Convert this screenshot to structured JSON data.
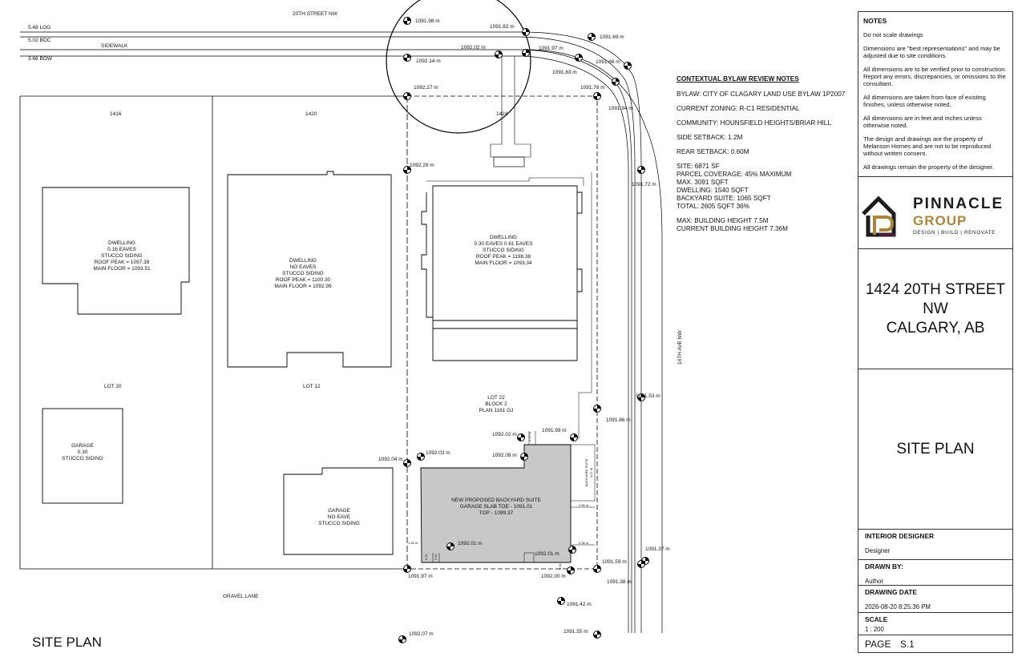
{
  "street_labels": {
    "street": "20TH STREET NW",
    "log": "5.48 LOG",
    "boc": "5.02 BOC",
    "sidewalk": "SIDEWALK",
    "bow": "3.66 BOW",
    "avenue": "14TH AVE NW",
    "lane": "GRAVEL LANE"
  },
  "lots": {
    "num_1416": "1416",
    "num_1420": "1420",
    "num_1424": "1424",
    "lot_20": "LOT 20",
    "lot_12": "LOT 12",
    "lot_22": [
      "LOT 22",
      "BLOCK 2",
      "PLAN 1161 GJ"
    ]
  },
  "buildings": {
    "dwelling_1416": [
      "DWELLING",
      "0.16 EAVES",
      "STUCCO SIDING",
      "ROOF PEAK = 1097.38",
      "MAIN FLOOR = 1093.51"
    ],
    "dwelling_1420": [
      "DWELLING",
      "NO EAVES",
      "STUCCO SIDING",
      "ROOF PEAK = 1100.30",
      "MAIN FLOOR = 1092.99"
    ],
    "dwelling_1424": [
      "DWELLING",
      "0.30 EAVES 0.61 EAVES",
      "STUCCO SIDING",
      "ROOF PEAK = 1198.38",
      "MAIN FLOOR = 1093.34"
    ],
    "garage_1416": [
      "GARAGE",
      "0.30",
      "STUCCO SIDING"
    ],
    "garage_1420": [
      "GARAGE",
      "NO EAVE",
      "STUCCO SIDING"
    ],
    "suite": [
      "NEW PROPOSED BACKYARD SUITE",
      "GARAGE SLAB TOE - 1091.01",
      "TOP - 1099.37"
    ]
  },
  "elevations": {
    "e1": "1091.98 m",
    "e2": "1091.82 m",
    "e3": "1091.69 m",
    "e4": "1092.02 m",
    "e5": "1091.97 m",
    "e6": "1092.14 m",
    "e7": "1091.66 m",
    "e8": "1091.83 m",
    "e9": "1092.27 m",
    "e10": "1091.78 m",
    "e11": "1091.94 m",
    "e12": "1092.29 m",
    "e13": "1091.72 m",
    "e14": "1091.53 m",
    "e15": "1091.86 m",
    "e16": "1092.02 m",
    "e17": "1091.99 m",
    "e18": "1092.03 m",
    "e19": "1092.08 m",
    "e20": "1092.04 m",
    "e21": "1092.01 m",
    "e22": "1092.01 m",
    "e23": "1091.59 m",
    "e24": "1091.37 m",
    "e25": "1091.38 m",
    "e26": "1091.97 m",
    "e27": "1092.00 m",
    "e28": "1091.42 m",
    "e29": "1091.55 m",
    "e30": "1092.07 m"
  },
  "dims": {
    "d1": "1.22 m",
    "d2": "2.36 m",
    "d3": "2.36 m",
    "d4": "1.26 m",
    "d5": "0.61",
    "d6": "0.61",
    "d7": "0.61",
    "side": [
      "BACKYARD SUITE",
      "4.27 M"
    ]
  },
  "bylaw_notes": {
    "heading": "CONTEXTUAL BYLAW REVIEW NOTES",
    "bylaw": "BYLAW: CITY OF CLAGARY LAND USE BYLAW 1P2007",
    "zoning": "CURRENT ZONING: R-C1 RESIDENTIAL",
    "community": "COMMUNITY: HOUNSFIELD HEIGHTS/BRIAR HILL",
    "side_setback": "SIDE SETBACK: 1.2M",
    "rear_setback": "REAR SETBACK: 0.60M",
    "site": "SITE: 6871 SF",
    "coverage": "PARCEL COVERAGE: 45% MAXIMUM",
    "max": "MAX. 3091 SQFT",
    "dwelling": "DWELLING:  1540 SQFT",
    "suite": "BACKYARD SUITE: 1065 SQFT",
    "total": "TOTAL: 2605 SQFT 36%",
    "max_height": "MAX: BUILDING HEIGHT 7.5M",
    "current_height": "CURRENT BUILDING HEIGHT 7.36M"
  },
  "notes": {
    "heading": "NOTES",
    "items": [
      "Do not scale drawings",
      "Dimensions are \"best representations\" and may be adjusted due to site conditions.",
      "All dimensions are to be verified prior to construction. Report any errors, discrepancies, or omissions to the consultant.",
      "All dimensions are taken from face of existing finishes, unless otherwise noted.",
      "All dimensions are in feet and inches unless otherwise noted.",
      "The design and drawings are the property of Melanson Homes and are not to be reproduced without written consent.",
      "All drawings remain the property of the designer."
    ]
  },
  "logo": {
    "name": "PINNACLE",
    "sub": "GROUP",
    "tagline": "DESIGN | BUILD | RENOVATE",
    "dark_color": "#1d1d1d",
    "gold_color": "#a8873a",
    "plum_color": "#4a1d3a"
  },
  "project": {
    "address": "1424 20TH STREET\nNW\nCALGARY, AB",
    "sheet_title": "SITE PLAN",
    "interior_designer_label": "INTERIOR DESIGNER",
    "interior_designer": "Designer",
    "drawn_by_label": "DRAWN BY:",
    "drawn_by": "Author",
    "drawing_date_label": "DRAWING DATE",
    "drawing_date": "2026-08-20 8:25:36 PM",
    "scale_label": "SCALE",
    "scale": "1 : 200",
    "page_label": "PAGE",
    "page": "S.1",
    "bottom_title": "SITE PLAN"
  },
  "colors": {
    "suite_fill": "#c8c8c8"
  }
}
